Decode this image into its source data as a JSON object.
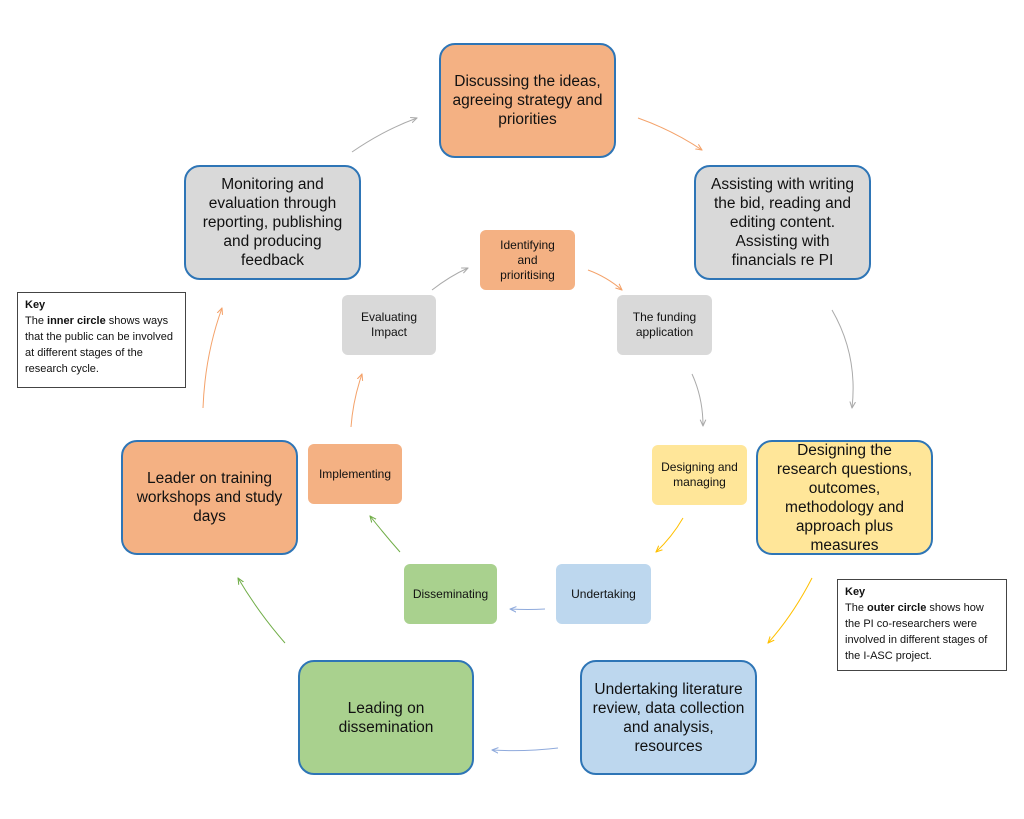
{
  "outer": {
    "discussing": "Discussing the ideas, agreeing strategy and priorities",
    "assisting": "Assisting with writing the bid, reading and editing content. Assisting with financials re PI",
    "designing": "Designing the research questions, outcomes, methodology and approach plus measures",
    "undertaking": "Undertaking literature review, data collection and analysis, resources",
    "leading_dissemination": "Leading on dissemination",
    "leader_training": "Leader on training workshops and study days",
    "monitoring": "Monitoring and evaluation through reporting, publishing and producing feedback"
  },
  "inner": {
    "identifying": "Identifying and prioritising",
    "funding": "The funding application",
    "designing": "Designing and managing",
    "undertaking": "Undertaking",
    "disseminating": "Disseminating",
    "implementing": "Implementing",
    "evaluating": "Evaluating Impact"
  },
  "key_inner": {
    "title": "Key",
    "pre": "The ",
    "bold": "inner circle",
    "post": " shows ways that the public can be involved at different stages of the research cycle."
  },
  "key_outer": {
    "title": "Key",
    "pre": "The ",
    "bold": "outer circle",
    "post": " shows how the PI co-researchers were involved in different stages of the I-ASC project."
  },
  "colors": {
    "orange": "#f4b183",
    "grey": "#d9d9d9",
    "yellow": "#ffe699",
    "blue": "#bdd7ee",
    "green": "#a9d18e",
    "border": "#2e75b6"
  }
}
